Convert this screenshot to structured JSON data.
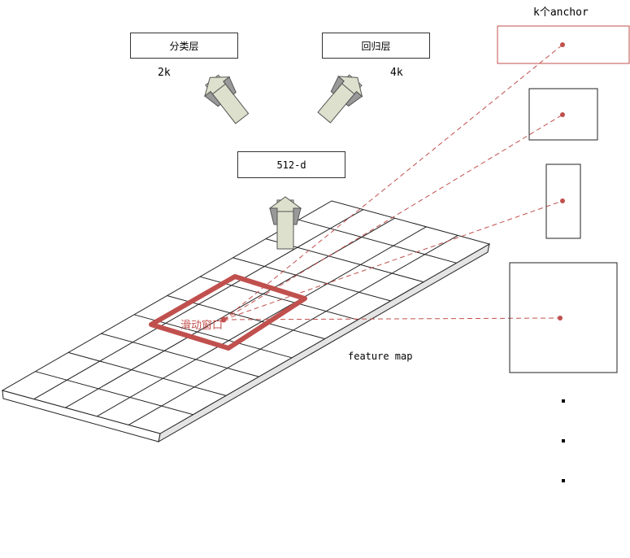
{
  "labels": {
    "classification_layer": "分类层",
    "regression_layer": "回归层",
    "cls_count": "2k",
    "reg_count": "4k",
    "feature_vector": "512-d",
    "sliding_window": "滑动窗口",
    "feature_map": "feature map",
    "anchors_title": "k个anchor"
  },
  "colors": {
    "accent": "#c0504d",
    "arrow_fill": "#dde0cc",
    "arrow_wing": "#999999"
  },
  "grid": {
    "rows": 5,
    "cols": 10
  },
  "anchor_count_shown": 4
}
